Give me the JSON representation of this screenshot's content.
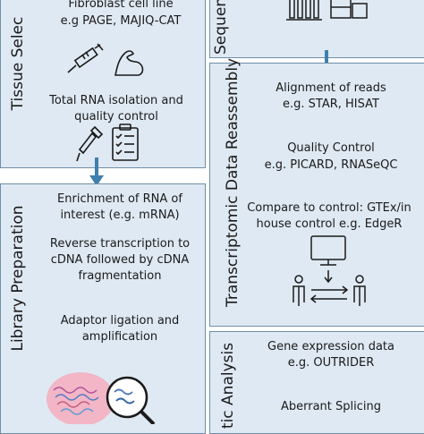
{
  "panels": {
    "tissue": {
      "title": "Tissue Selec",
      "line1": "Fibroblast cell line",
      "line2": "e.g PAGE, MAJIQ-CAT",
      "line3": "Total RNA isolation and",
      "line4": "quality control"
    },
    "library": {
      "title": "Library Preparation",
      "step1a": "Enrichment of RNA of",
      "step1b": "interest (e.g. mRNA)",
      "step2a": "Reverse transcription to",
      "step2b": "cDNA followed by cDNA",
      "step2c": "fragmentation",
      "step3a": "Adaptor ligation and",
      "step3b": "amplification"
    },
    "sequencing": {
      "title": "Sequen"
    },
    "reassembly": {
      "title": "Transcriptomic Data Reassembly",
      "align1": "Alignment of reads",
      "align2": "e.g. STAR, HISAT",
      "qc1": "Quality Control",
      "qc2": "e.g. PICARD, RNASeQC",
      "cmp1": "Compare to control: GTEx/in",
      "cmp2": "house control e.g. EdgeR"
    },
    "analysis": {
      "title": "tic Analysis",
      "expr1": "Gene expression data",
      "expr2": "e.g. OUTRIDER",
      "splice": "Aberrant Splicing"
    }
  },
  "colors": {
    "panel_fill": "#dfe9f3",
    "panel_border": "#6f8fa8",
    "arrow": "#3f7fae"
  }
}
